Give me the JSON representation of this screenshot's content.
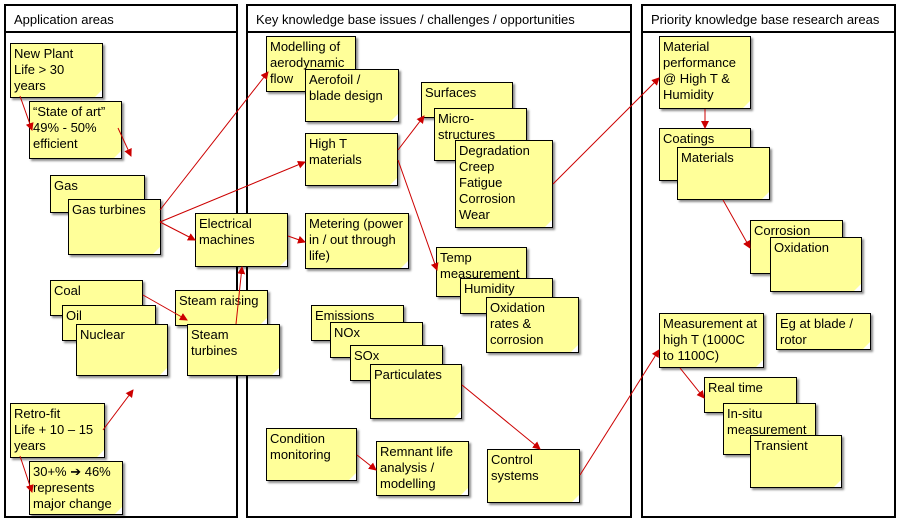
{
  "panels": {
    "application": "Application areas",
    "issues": "Key knowledge base issues / challenges / opportunities",
    "priority": "Priority knowledge base research areas"
  },
  "notes": {
    "new_plant": "New Plant\nLife > 30\nyears",
    "state_of_art": "“State of art”\n49% - 50%\nefficient",
    "gas": "Gas",
    "gas_turbines": "Gas turbines",
    "coal": "Coal",
    "oil": "Oil",
    "nuclear": "Nuclear",
    "retro_fit": "Retro-fit\nLife + 10 – 15\nyears",
    "major_change": "30+% ➔ 46%\nrepresents\nmajor change",
    "modelling_aero": "Modelling of\naerodynamic\nflow",
    "aerofoil": "Aerofoil /\nblade design",
    "high_t_materials": "High T\nmaterials",
    "surfaces": "Surfaces",
    "microstructures": "Micro-\nstructures",
    "degradation": "Degradation\nCreep\nFatigue\nCorrosion\nWear",
    "electrical_machines": "Electrical\nmachines",
    "metering": "Metering (power\nin / out through\nlife)",
    "steam_raising": "Steam raising",
    "steam_turbines": "Steam\nturbines",
    "temp_measurement": "Temp\nmeasurement",
    "humidity": "Humidity",
    "oxidation_rates": "Oxidation\nrates &\ncorrosion",
    "emissions": "Emissions",
    "nox": "NOx",
    "sox": "SOx",
    "particulates": "Particulates",
    "condition_monitoring": "Condition\nmonitoring",
    "remnant_life": "Remnant life\nanalysis /\nmodelling",
    "control_systems": "Control\nsystems",
    "material_performance": "Material\nperformance\n@ High T &\nHumidity",
    "coatings": "Coatings",
    "materials": "Materials",
    "corrosion": "Corrosion",
    "oxidation": "Oxidation",
    "measurement_high_t": "Measurement at\nhigh T (1000C\nto 1100C)",
    "eg_blade": "Eg at blade /\nrotor",
    "real_time": "Real time",
    "in_situ": "In-situ\nmeasurement",
    "transient": "Transient"
  },
  "colors": {
    "note_fill": "#ffff99",
    "arrow": "#cc0000"
  }
}
